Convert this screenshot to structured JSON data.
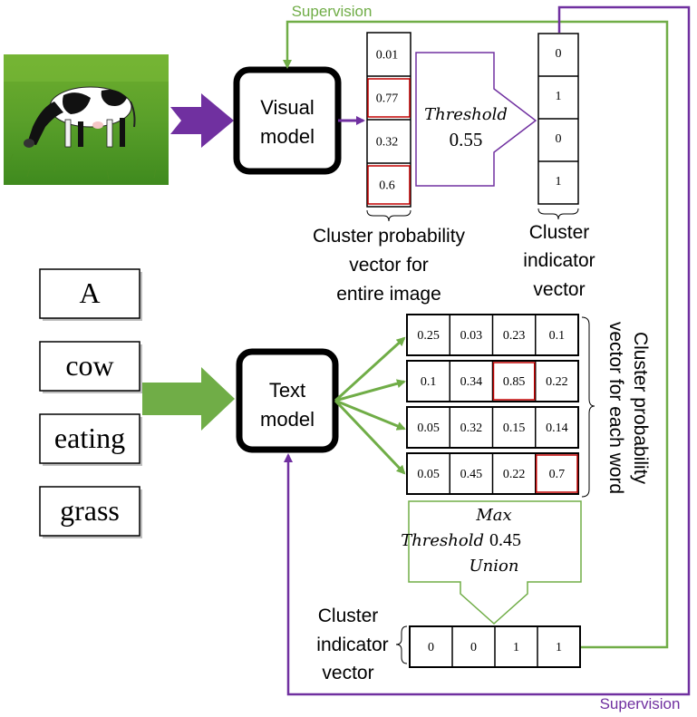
{
  "labels": {
    "supervision_top": "Supervision",
    "supervision_bottom": "Supervision",
    "visual_model": [
      "Visual",
      "model"
    ],
    "text_model": [
      "Text",
      "model"
    ],
    "threshold_word": "Threshold",
    "threshold_value": "0.55",
    "image_prob_caption": [
      "Cluster probability",
      "vector for",
      "entire image"
    ],
    "image_indicator_caption": [
      "Cluster",
      "indicator",
      "vector"
    ],
    "word_prob_caption": [
      "Cluster probability",
      "vector for each word"
    ],
    "text_indicator_caption": [
      "Cluster",
      "indicator",
      "vector"
    ],
    "ops": [
      "Max",
      "Threshold",
      "0.45",
      "Union"
    ]
  },
  "words": [
    "A",
    "cow",
    "eating",
    "grass"
  ],
  "image_probabilities": [
    "0.01",
    "0.77",
    "0.32",
    "0.6"
  ],
  "image_highlight": [
    false,
    true,
    false,
    true
  ],
  "image_indicator": [
    "0",
    "1",
    "0",
    "1"
  ],
  "word_probabilities": [
    [
      "0.25",
      "0.03",
      "0.23",
      "0.1"
    ],
    [
      "0.1",
      "0.34",
      "0.85",
      "0.22"
    ],
    [
      "0.05",
      "0.32",
      "0.15",
      "0.14"
    ],
    [
      "0.05",
      "0.45",
      "0.22",
      "0.7"
    ]
  ],
  "word_highlight": [
    [
      1,
      2
    ],
    [
      3,
      3
    ]
  ],
  "text_indicator": [
    "0",
    "0",
    "1",
    "1"
  ],
  "colors": {
    "purple": "#7030a0",
    "green": "#70ad47",
    "highlight": "#c00000",
    "sky": "#7cbc3a"
  },
  "image_icon": "cow-grazing-photo"
}
